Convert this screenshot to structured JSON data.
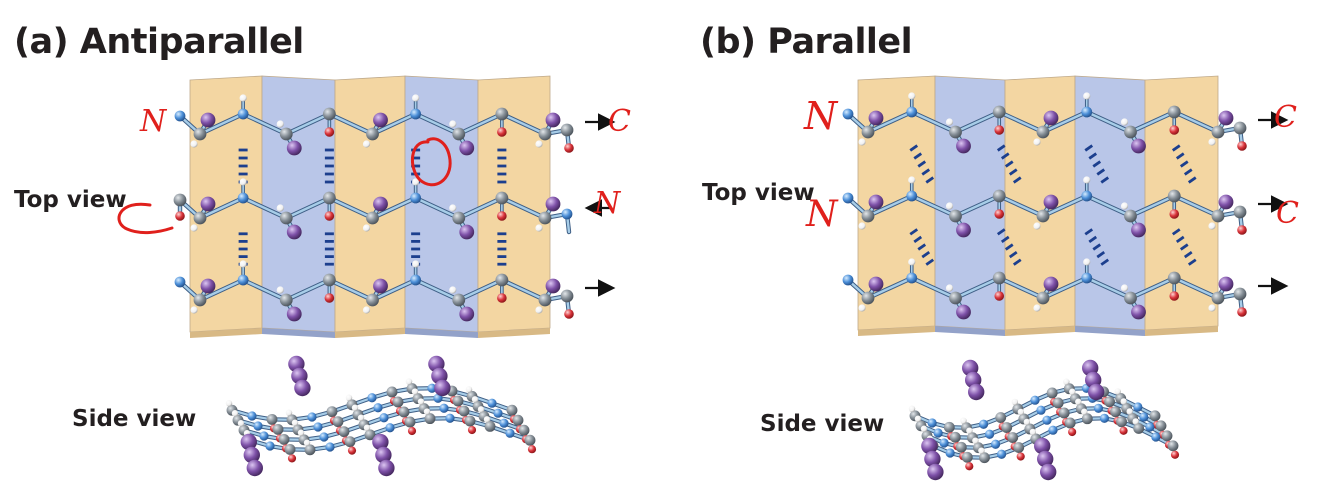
{
  "panels": [
    {
      "id": "antiparallel",
      "title": "(a) Antiparallel",
      "top_view_label": "Top view",
      "side_view_label": "Side view",
      "strand_directions": [
        "right",
        "left",
        "right"
      ]
    },
    {
      "id": "parallel",
      "title": "(b) Parallel",
      "top_view_label": "Top view",
      "side_view_label": "Side view",
      "strand_directions": [
        "right",
        "right",
        "right"
      ]
    }
  ],
  "annotations": {
    "antiparallel": [
      "N",
      "C",
      "N"
    ],
    "parallel": [
      "N",
      "C",
      "N",
      "C"
    ]
  },
  "colors": {
    "sheet_tan": "#f3d6a2",
    "sheet_blue": "#b9c6e8",
    "atom_carbon": "#7f8890",
    "atom_nitrogen": "#4c8fd8",
    "atom_oxygen": "#d9333a",
    "atom_hydrogen": "#f4f4f4",
    "side_chain": "#7e51a8",
    "hbond": "#1c3f8e",
    "handwriting": "#e0201c"
  }
}
